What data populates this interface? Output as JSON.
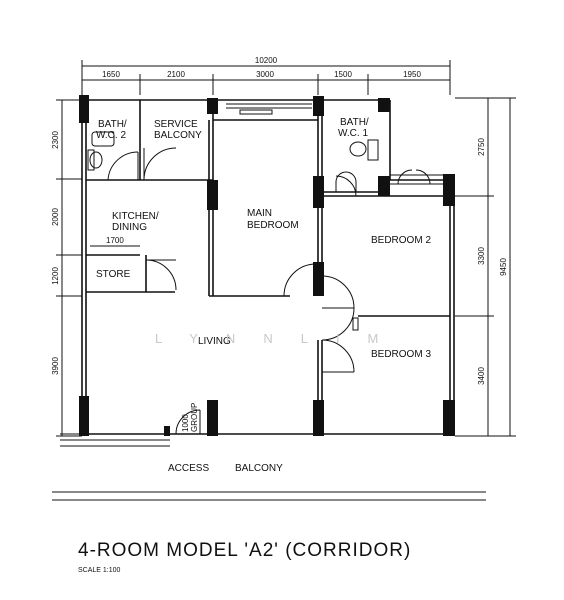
{
  "plan": {
    "overall_width": "10200",
    "top_dims": [
      "1650",
      "2100",
      "3000",
      "1500",
      "1950"
    ],
    "left_dims": [
      "2300",
      "2000",
      "1200",
      "3900"
    ],
    "right_dims": [
      "2750",
      "3300",
      "3400"
    ],
    "right_total": "9450",
    "inner_dim": "1700",
    "rooms": {
      "bath2_l1": "BATH/",
      "bath2_l2": "W.C. 2",
      "service_l1": "SERVICE",
      "service_l2": "BALCONY",
      "bath1_l1": "BATH/",
      "bath1_l2": "W.C. 1",
      "kitchen_l1": "KITCHEN/",
      "kitchen_l2": "DINING",
      "main_l1": "MAIN",
      "main_l2": "BEDROOM",
      "bedroom2": "BEDROOM 2",
      "store": "STORE",
      "living": "LIVING",
      "bedroom3": "BEDROOM 3",
      "door_l1": "1000",
      "door_l2": "GROUP"
    },
    "access": "ACCESS",
    "balcony": "BALCONY",
    "watermark": "LYNNLIM"
  },
  "title": "4-ROOM MODEL 'A2' (CORRIDOR)",
  "scale": "SCALE  1:100"
}
